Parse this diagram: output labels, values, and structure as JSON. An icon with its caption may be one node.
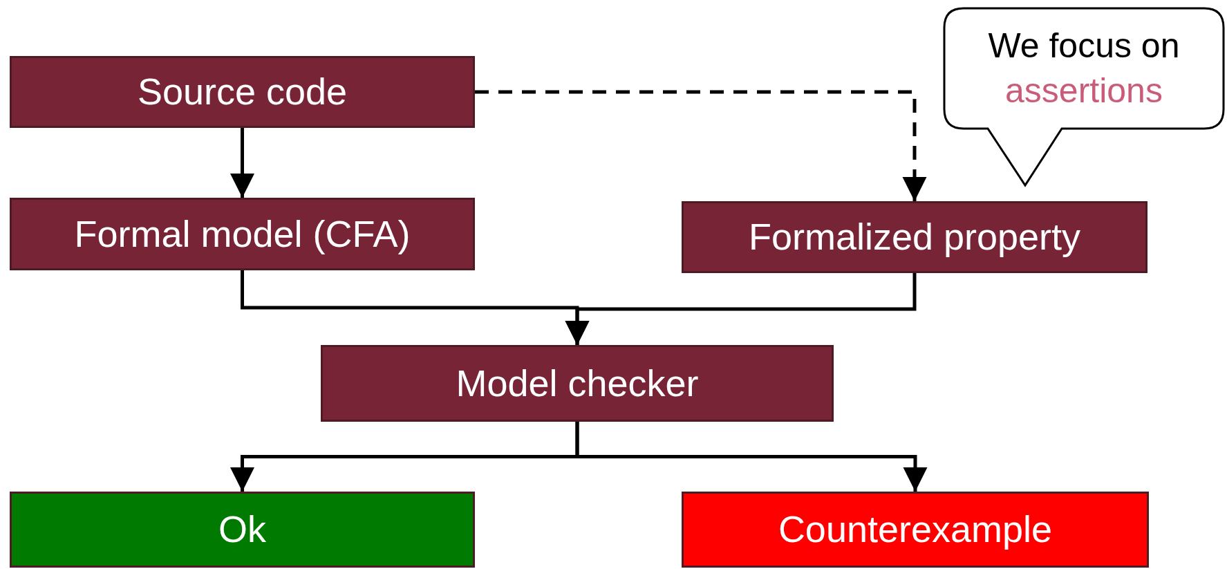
{
  "diagram": {
    "nodes": [
      {
        "text": [
          "Source code"
        ]
      },
      {
        "text": [
          "Formal model (CFA)"
        ]
      },
      {
        "text": [
          "Formalized property"
        ]
      },
      {
        "text": [
          "We focus on",
          "assertions"
        ]
      },
      {
        "text": [
          "Model checker"
        ]
      },
      {
        "text": [
          "Ok"
        ]
      },
      {
        "text": [
          "Counterexample"
        ]
      }
    ],
    "edges": [
      {
        "from": 0,
        "to": 1,
        "arrow": "to"
      },
      {
        "from": 0,
        "to": 2,
        "arrow": "to",
        "style": "dashed"
      },
      {
        "from": 1,
        "to": 4,
        "arrow": "to"
      },
      {
        "from": 2,
        "to": 4,
        "arrow": "to"
      },
      {
        "from": 4,
        "to": 5,
        "arrow": "to"
      },
      {
        "from": 4,
        "to": 6,
        "arrow": "to"
      }
    ]
  }
}
